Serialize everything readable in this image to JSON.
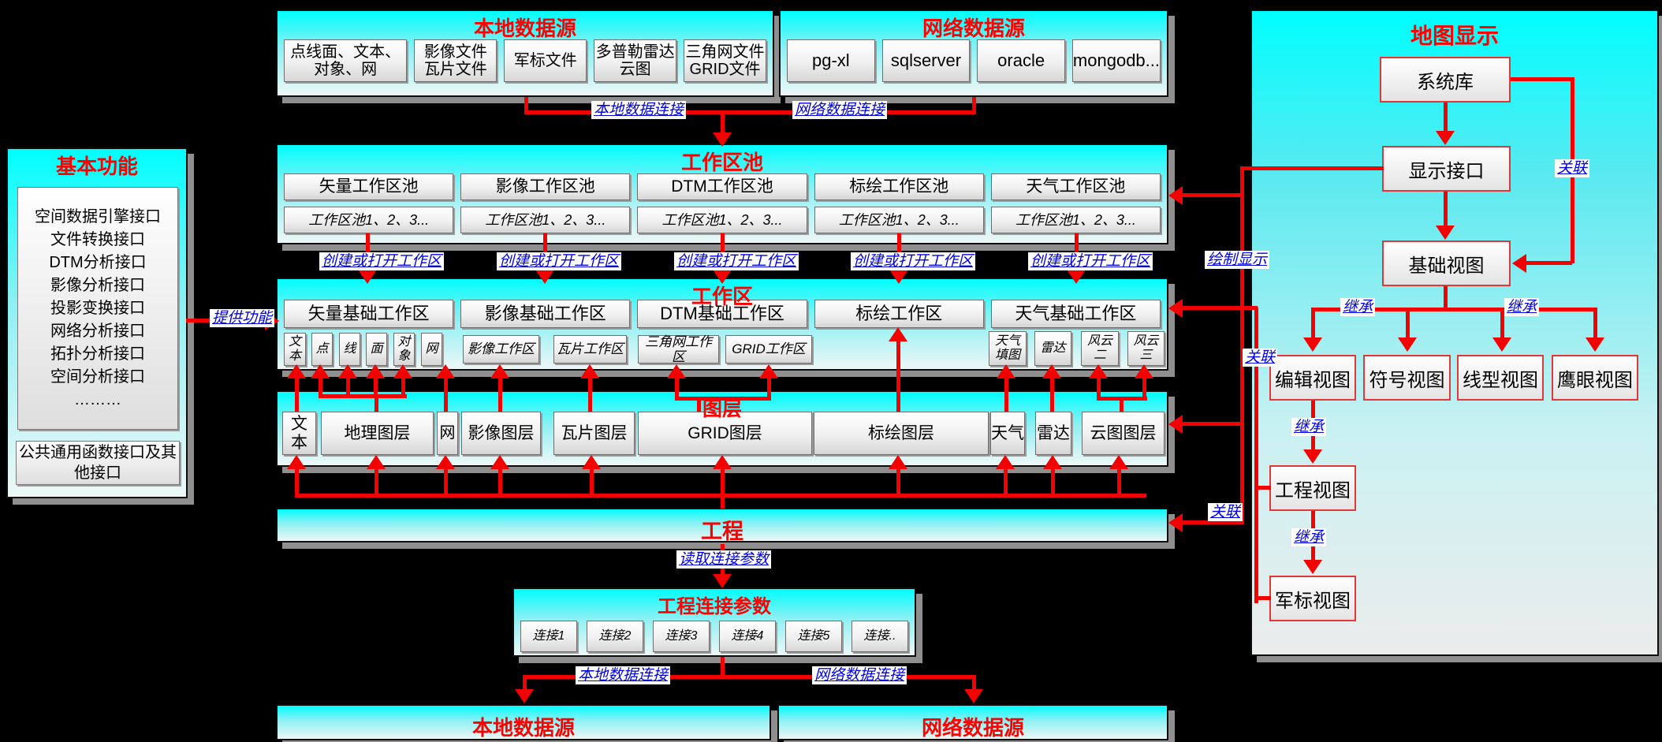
{
  "colors": {
    "accent_red": "#ff0000",
    "label_blue": "#0000e0",
    "line_red": "#f30000",
    "panel_cyan": "#00feff"
  },
  "local_source": {
    "title": "本地数据源",
    "items": [
      "点线面、文本、对象、网",
      "影像文件 瓦片文件",
      "军标文件",
      "多普勒雷达 云图",
      "三角网文件 GRID文件"
    ]
  },
  "net_source": {
    "title": "网络数据源",
    "items": [
      "pg-xl",
      "sqlserver",
      "oracle",
      "mongodb..."
    ]
  },
  "labels": {
    "local_conn": "本地数据连接",
    "net_conn": "网络数据连接",
    "create_open": "创建或打开工作区",
    "provide": "提供功能",
    "draw_display": "绘制显示",
    "assoc": "关联",
    "inherit": "继承",
    "read_conn": "读取连接参数"
  },
  "pools": {
    "title": "工作区池",
    "items": [
      "矢量工作区池",
      "影像工作区池",
      "DTM工作区池",
      "标绘工作区池",
      "天气工作区池"
    ],
    "sub": "工作区池1、2、3..."
  },
  "workspace": {
    "title": "工作区",
    "items": [
      "矢量基础工作区",
      "影像基础工作区",
      "DTM基础工作区",
      "标绘工作区",
      "天气基础工作区"
    ],
    "vector_sub": [
      "文本",
      "点",
      "线",
      "面",
      "对象",
      "网"
    ],
    "image_sub": "影像工作区",
    "tile_sub": "瓦片工作区",
    "tin_sub": "三角网工作区",
    "grid_sub": "GRID工作区",
    "weather_sub": [
      "天气填图",
      "雷达",
      "风云二",
      "风云三"
    ]
  },
  "layers": {
    "title": "图层",
    "items": [
      "文本",
      "地理图层",
      "网",
      "影像图层",
      "瓦片图层",
      "GRID图层",
      "标绘图层",
      "天气",
      "雷达",
      "云图图层"
    ]
  },
  "project": {
    "title": "工程"
  },
  "conn_params": {
    "title": "工程连接参数",
    "items": [
      "连接1",
      "连接2",
      "连接3",
      "连接4",
      "连接5",
      "连接.."
    ]
  },
  "bottom": {
    "local": "本地数据源",
    "net": "网络数据源"
  },
  "basic": {
    "title": "基本功能",
    "lines": [
      "空间数据引擎接口",
      "文件转换接口",
      "DTM分析接口",
      "影像分析接口",
      "投影变换接口",
      "网络分析接口",
      "拓扑分析接口",
      "空间分析接口",
      "………"
    ],
    "bottom_box": "公共通用函数接口及其他接口"
  },
  "map_display": {
    "title": "地图显示",
    "nodes": {
      "system_lib": "系统库",
      "display_if": "显示接口",
      "base_view": "基础视图",
      "edit_view": "编辑视图",
      "symbol_view": "符号视图",
      "line_view": "线型视图",
      "eagle_view": "鹰眼视图",
      "project_view": "工程视图",
      "military_view": "军标视图"
    }
  }
}
